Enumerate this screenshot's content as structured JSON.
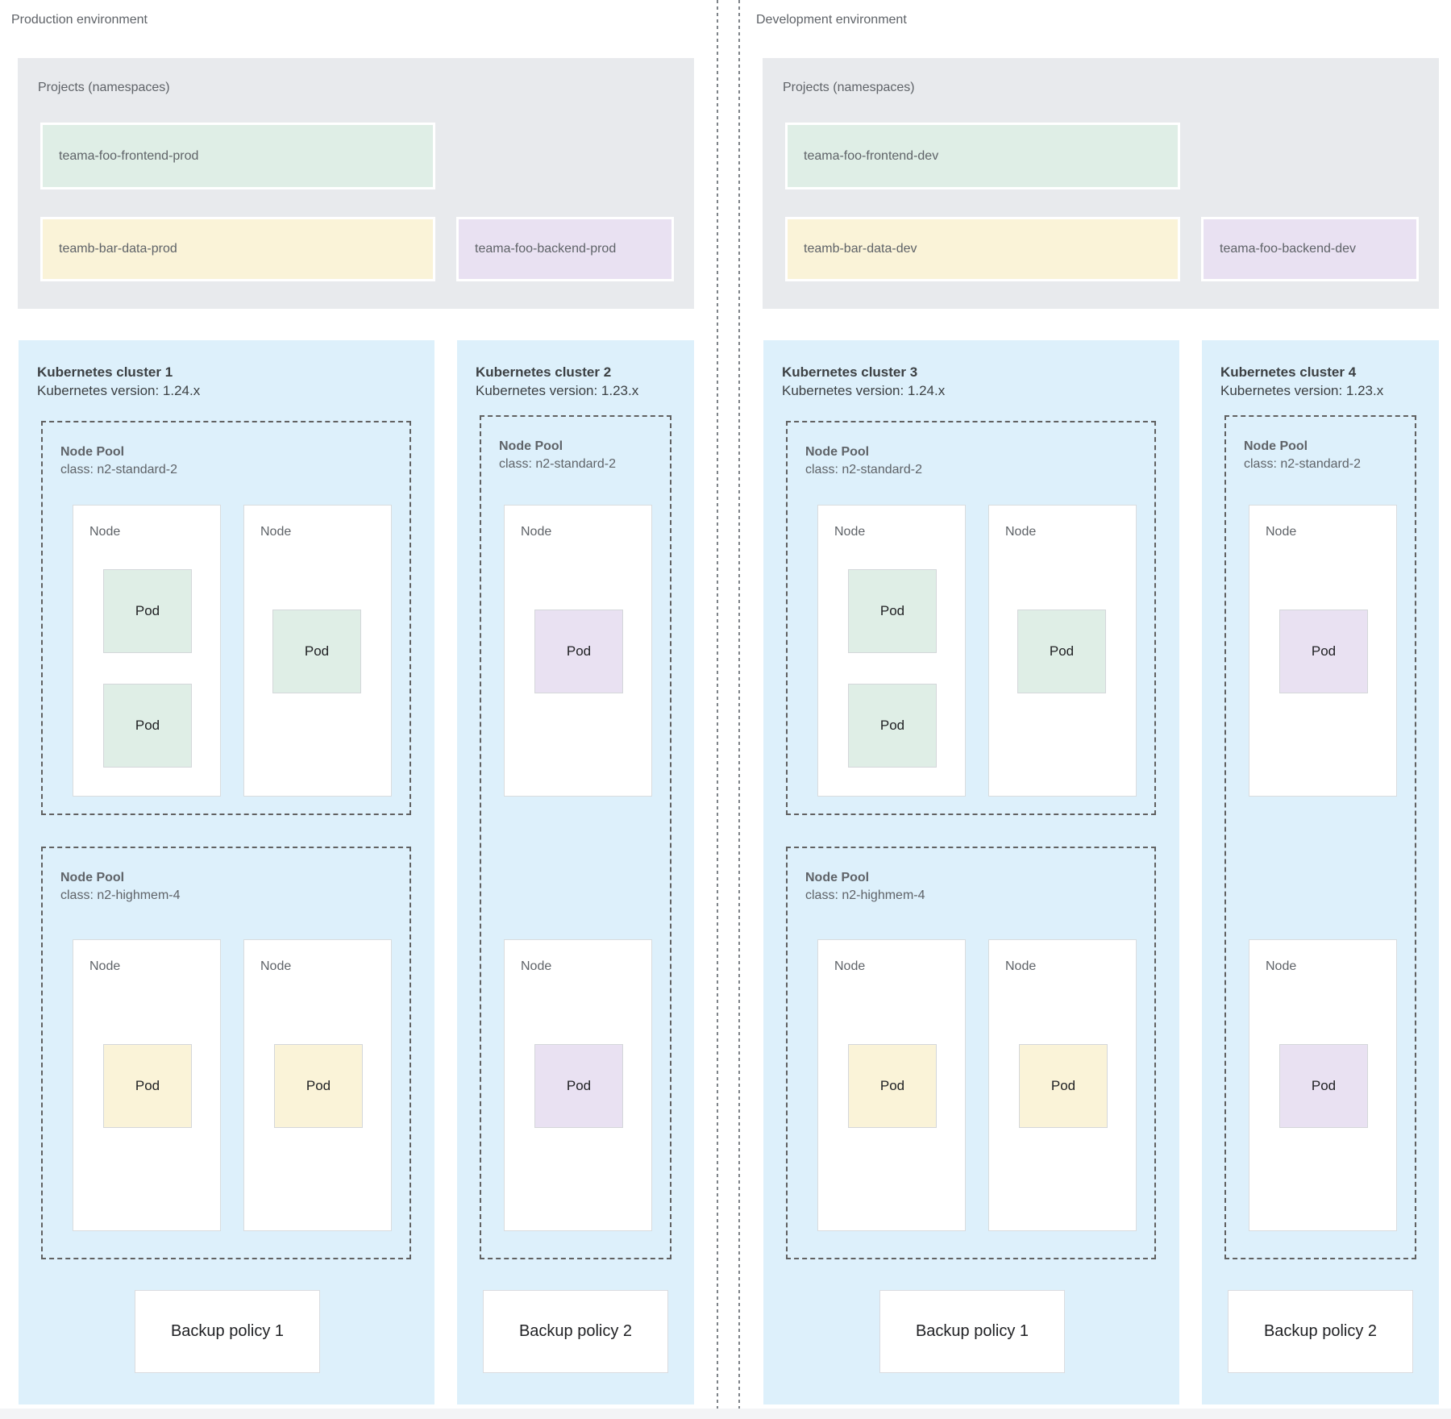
{
  "colors": {
    "cluster_background": "#ddf0fb",
    "projects_background": "#e8eaed",
    "frontend_green": "#dfeee6",
    "data_yellow": "#faf3d8",
    "backend_purple": "#e9e1f2"
  },
  "environments": [
    {
      "label": "Production environment",
      "projects": {
        "title": "Projects (namespaces)",
        "items": [
          {
            "label": "teama-foo-frontend-prod",
            "color": "#dfeee6"
          },
          {
            "label": "teamb-bar-data-prod",
            "color": "#faf3d8"
          },
          {
            "label": "teama-foo-backend-prod",
            "color": "#e9e1f2"
          }
        ]
      },
      "clusters": [
        {
          "title": "Kubernetes cluster 1",
          "version": "Kubernetes version: 1.24.x",
          "backup_policy": "Backup policy 1",
          "node_pools": [
            {
              "name": "Node Pool",
              "machine_class": "class: n2-standard-2",
              "nodes": [
                {
                  "label": "Node",
                  "pods": [
                    {
                      "label": "Pod",
                      "color": "#dfeee6"
                    },
                    {
                      "label": "Pod",
                      "color": "#dfeee6"
                    }
                  ]
                },
                {
                  "label": "Node",
                  "pods": [
                    {
                      "label": "Pod",
                      "color": "#dfeee6"
                    }
                  ]
                }
              ]
            },
            {
              "name": "Node Pool",
              "machine_class": "class: n2-highmem-4",
              "nodes": [
                {
                  "label": "Node",
                  "pods": [
                    {
                      "label": "Pod",
                      "color": "#faf3d8"
                    }
                  ]
                },
                {
                  "label": "Node",
                  "pods": [
                    {
                      "label": "Pod",
                      "color": "#faf3d8"
                    }
                  ]
                }
              ]
            }
          ]
        },
        {
          "title": "Kubernetes cluster 2",
          "version": "Kubernetes version: 1.23.x",
          "backup_policy": "Backup policy 2",
          "node_pools": [
            {
              "name": "Node Pool",
              "machine_class": "class: n2-standard-2",
              "nodes": [
                {
                  "label": "Node",
                  "pods": [
                    {
                      "label": "Pod",
                      "color": "#e9e1f2"
                    }
                  ]
                },
                {
                  "label": "Node",
                  "pods": [
                    {
                      "label": "Pod",
                      "color": "#e9e1f2"
                    }
                  ]
                }
              ]
            }
          ]
        }
      ]
    },
    {
      "label": "Development environment",
      "projects": {
        "title": "Projects (namespaces)",
        "items": [
          {
            "label": "teama-foo-frontend-dev",
            "color": "#dfeee6"
          },
          {
            "label": "teamb-bar-data-dev",
            "color": "#faf3d8"
          },
          {
            "label": "teama-foo-backend-dev",
            "color": "#e9e1f2"
          }
        ]
      },
      "clusters": [
        {
          "title": "Kubernetes cluster 3",
          "version": "Kubernetes version: 1.24.x",
          "backup_policy": "Backup policy 1",
          "node_pools": [
            {
              "name": "Node Pool",
              "machine_class": "class: n2-standard-2",
              "nodes": [
                {
                  "label": "Node",
                  "pods": [
                    {
                      "label": "Pod",
                      "color": "#dfeee6"
                    },
                    {
                      "label": "Pod",
                      "color": "#dfeee6"
                    }
                  ]
                },
                {
                  "label": "Node",
                  "pods": [
                    {
                      "label": "Pod",
                      "color": "#dfeee6"
                    }
                  ]
                }
              ]
            },
            {
              "name": "Node Pool",
              "machine_class": "class: n2-highmem-4",
              "nodes": [
                {
                  "label": "Node",
                  "pods": [
                    {
                      "label": "Pod",
                      "color": "#faf3d8"
                    }
                  ]
                },
                {
                  "label": "Node",
                  "pods": [
                    {
                      "label": "Pod",
                      "color": "#faf3d8"
                    }
                  ]
                }
              ]
            }
          ]
        },
        {
          "title": "Kubernetes cluster 4",
          "version": "Kubernetes version: 1.23.x",
          "backup_policy": "Backup policy 2",
          "node_pools": [
            {
              "name": "Node Pool",
              "machine_class": "class: n2-standard-2",
              "nodes": [
                {
                  "label": "Node",
                  "pods": [
                    {
                      "label": "Pod",
                      "color": "#e9e1f2"
                    }
                  ]
                },
                {
                  "label": "Node",
                  "pods": [
                    {
                      "label": "Pod",
                      "color": "#e9e1f2"
                    }
                  ]
                }
              ]
            }
          ]
        }
      ]
    }
  ]
}
